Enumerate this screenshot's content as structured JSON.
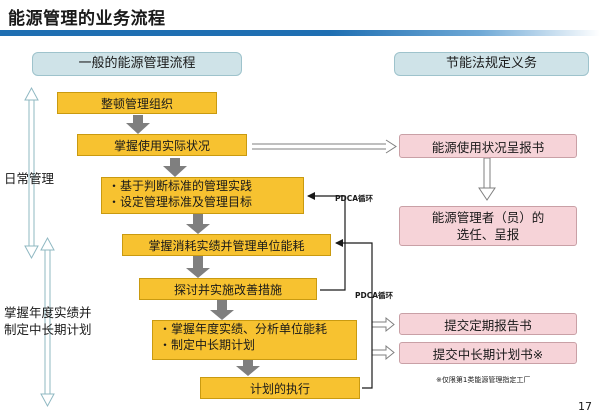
{
  "title": "能源管理的业务流程",
  "colors": {
    "title_bar": "#1f6fb2",
    "step_fill": "#f7c230",
    "report_fill": "#f6d3d8",
    "header_fill": "#cfe3e8",
    "arrow": "#7f7f7f"
  },
  "headers": {
    "left": "一般的能源管理流程",
    "right": "节能法规定义务"
  },
  "side_labels": {
    "daily": "日常管理",
    "annual_line1": "掌握年度实绩并",
    "annual_line2": "制定中长期计划"
  },
  "steps": {
    "s1": "整顿管理组织",
    "s2": "掌握使用实际状况",
    "s3_line1": "・基于判断标准的管理实践",
    "s3_line2": "・设定管理标准及管理目标",
    "s4": "掌握消耗实绩并管理单位能耗",
    "s5": "探讨并实施改善措施",
    "s6_line1": "・掌握年度实绩、分析单位能耗",
    "s6_line2": "・制定中长期计划",
    "s7": "计划的执行"
  },
  "pdca": {
    "upper": "PDCA循环",
    "lower": "PDCA循环"
  },
  "reports": {
    "r1": "能源使用状况呈报书",
    "r2_line1": "能源管理者（员）的",
    "r2_line2": "选任、呈报",
    "r3": "提交定期报告书",
    "r4": "提交中长期计划书※"
  },
  "footnote": "※仅限第1类能源管理指定工厂",
  "page_number": "17"
}
